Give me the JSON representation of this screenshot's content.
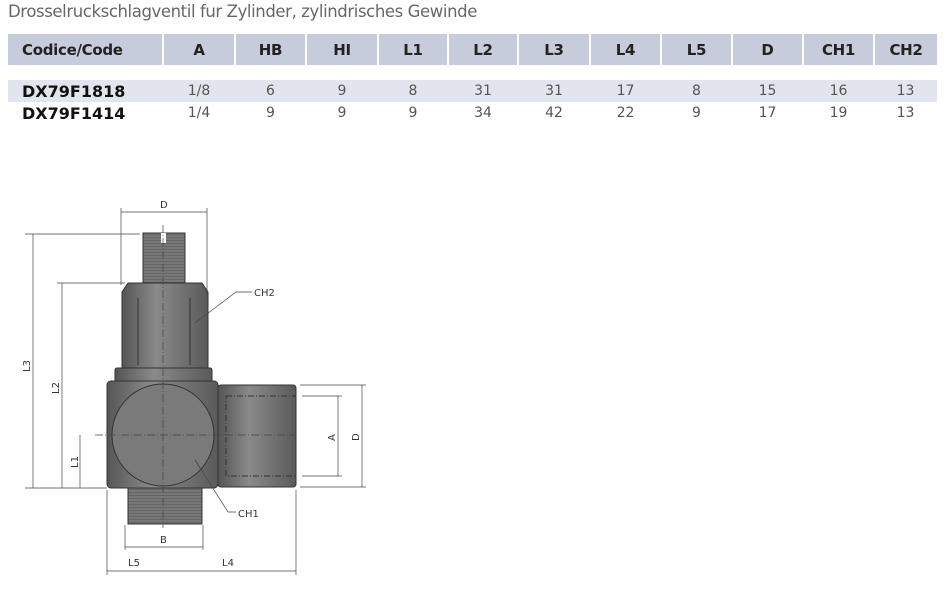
{
  "title": "Drosselruckschlagventil fur Zylinder, zylindrisches Gewinde",
  "table": {
    "headers": [
      "Codice/Code",
      "A",
      "HB",
      "HI",
      "L1",
      "L2",
      "L3",
      "L4",
      "L5",
      "D",
      "CH1",
      "CH2"
    ],
    "rows": [
      [
        "DX79F1818",
        "1/8",
        "6",
        "9",
        "8",
        "31",
        "31",
        "17",
        "8",
        "15",
        "16",
        "13"
      ],
      [
        "DX79F1414",
        "1/4",
        "9",
        "9",
        "9",
        "34",
        "42",
        "22",
        "9",
        "17",
        "19",
        "13"
      ]
    ]
  },
  "drawing": {
    "labels": {
      "D_top": "D",
      "CH2": "CH2",
      "L3": "L3",
      "L2": "L2",
      "L1": "L1",
      "A": "A",
      "D_side": "D",
      "CH1": "CH1",
      "B": "B",
      "L5": "L5",
      "L4": "L4"
    }
  }
}
